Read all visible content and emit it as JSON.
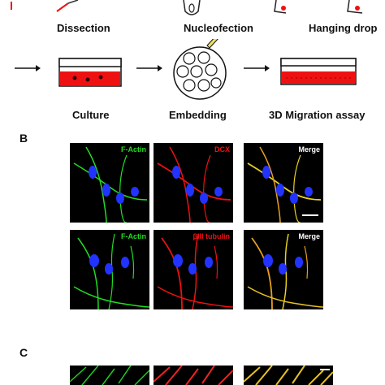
{
  "workflow": {
    "top_steps": [
      "Dissection",
      "Nucleofection",
      "Hanging drop"
    ],
    "bottom_steps": [
      "Culture",
      "Embedding",
      "3D Migration assay"
    ]
  },
  "panel_b": {
    "letter": "B",
    "row1": {
      "left": "F-Actin",
      "middle": "DCX",
      "right": "Merge"
    },
    "row2": {
      "left": "F-Actin",
      "middle": "βIII tubulin",
      "right": "Merge"
    }
  },
  "panel_c": {
    "letter": "C"
  },
  "colors": {
    "green_channel": "#22dd22",
    "red_channel": "#ee1111",
    "blue_channel": "#2233ff",
    "dish_red": "#e11"
  }
}
